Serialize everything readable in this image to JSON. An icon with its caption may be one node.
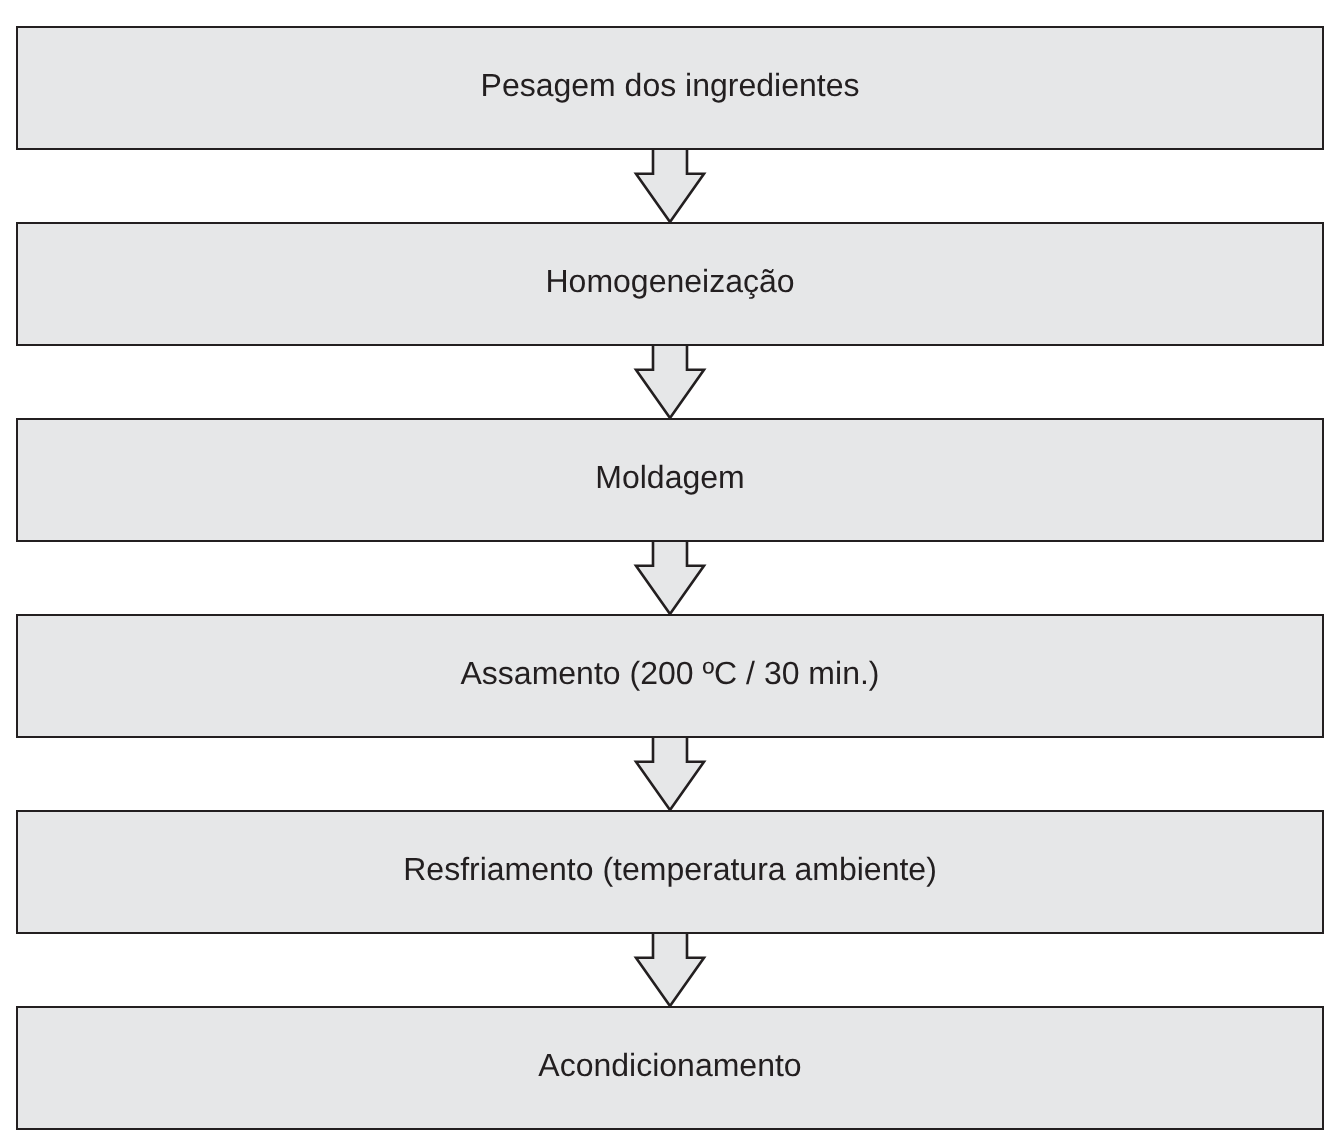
{
  "diagram": {
    "nodes": [
      {
        "text": [
          "Pesagem dos ingredientes"
        ]
      },
      {
        "text": [
          "Homogeneização"
        ]
      },
      {
        "text": [
          "Moldagem"
        ]
      },
      {
        "text": [
          "Assamento (200 ºC / 30 min.)"
        ]
      },
      {
        "text": [
          "Resfriamento (temperatura ambiente)"
        ]
      },
      {
        "text": [
          "Acondicionamento"
        ]
      }
    ],
    "edges": [
      {
        "from": 0,
        "to": 1,
        "arrow": "to"
      },
      {
        "from": 1,
        "to": 2,
        "arrow": "to"
      },
      {
        "from": 2,
        "to": 3,
        "arrow": "to"
      },
      {
        "from": 3,
        "to": 4,
        "arrow": "to"
      },
      {
        "from": 4,
        "to": 5,
        "arrow": "to"
      }
    ]
  }
}
